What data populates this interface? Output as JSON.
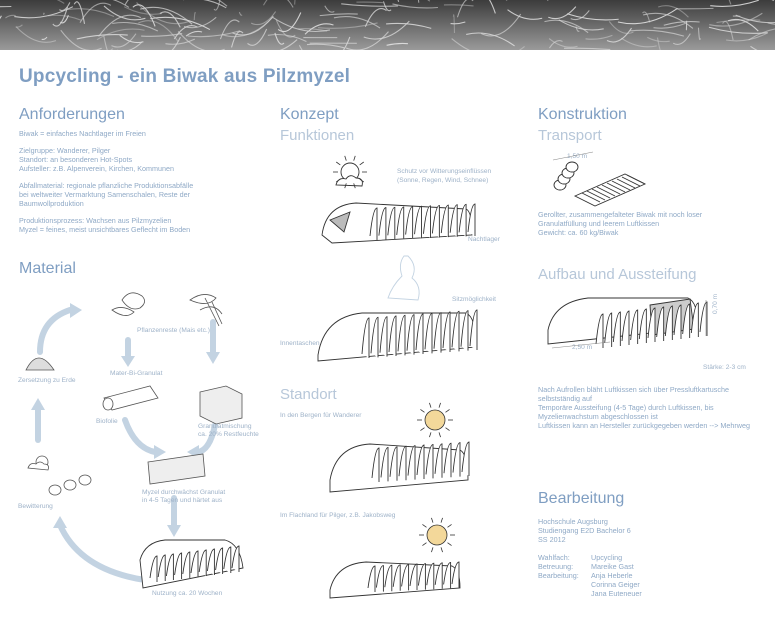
{
  "title": "Upcycling  -  ein Biwak aus Pilzmyzel",
  "anforderungen": {
    "heading": "Anforderungen",
    "lines": [
      "Biwak = einfaches Nachtlager im Freien",
      "Zielgruppe: Wanderer, Pilger",
      "Standort: an besonderen Hot-Spots",
      "Aufsteller: z.B. Alpenverein, Kirchen, Kommunen",
      "Abfallmaterial: regionale pflanzliche Produktionsabfälle",
      "bei weltweiter Vermarktung Samenschalen, Reste der",
      "Baumwollproduktion",
      "Produktionsprozess: Wachsen aus Pilzmyzelien",
      "Myzel = feines, meist unsichtbares Geflecht im Boden"
    ]
  },
  "material": {
    "heading": "Material",
    "labels": {
      "pflanzenreste": "Pflanzenreste (Mais etc.)",
      "mater_bi": "Mater-Bi-Granulat",
      "biofolie": "Biofolie",
      "granulat1": "Granulatmischung",
      "granulat2": "ca. 20% Restfeuchte",
      "myzel1": "Myzel durchwächst Granulat",
      "myzel2": "in 4-5 Tagen und härtet aus",
      "nutzung": "Nutzung ca. 20 Wochen",
      "bewitterung": "Bewitterung",
      "zersetzung": "Zersetzung zu Erde"
    }
  },
  "konzept": {
    "heading": "Konzept",
    "sub": "Funktionen",
    "schutz": [
      "Schutz vor Witterungseinflüssen",
      "(Sonne, Regen, Wind, Schnee)"
    ],
    "nachtlager": "Nachtlager",
    "sitz": "Sitzmöglichkeit",
    "innentaschen": "Innentaschen"
  },
  "standort": {
    "heading": "Standort",
    "berge": "In den Bergen für Wanderer",
    "flachland": "Im Flachland für Pilger, z.B. Jakobsweg"
  },
  "konstruktion": {
    "heading": "Konstruktion",
    "transport": "Transport",
    "dim_150": "1,50 m",
    "transport_lines": [
      "Gerollter, zusammengefalteter Biwak mit noch loser",
      "Granulatfüllung und leerem Luftkissen",
      "Gewicht: ca. 60 kg/Biwak"
    ],
    "aufbau": "Aufbau und Aussteifung",
    "dim_250": "2,50 m",
    "dim_070": "0,70 m",
    "staerke": "Stärke: 2-3 cm",
    "aufbau_lines": [
      "Nach Aufrollen bläht Luftkissen sich über Pressluftkartusche",
      "selbstständig auf",
      "Temporäre Aussteifung (4-5 Tage) durch Luftkissen, bis",
      "Myzelienwachstum abgeschlossen ist",
      "Luftkissen kann an Hersteller zurückgegeben werden  -->  Mehrweg"
    ]
  },
  "bearbeitung": {
    "heading": "Bearbeitung",
    "school": [
      "Hochschule Augsburg",
      "Studiengang E2D Bachelor 6",
      "SS 2012"
    ],
    "rows": [
      {
        "key": "Wahlfach:",
        "value": "Upcycling"
      },
      {
        "key": "Betreuung:",
        "value": "Mareike Gast"
      },
      {
        "key": "Bearbeitung:",
        "value": "Anja Heberle"
      },
      {
        "key": "",
        "value": "Corinna Geiger"
      },
      {
        "key": "",
        "value": "Jana Euteneuer"
      }
    ]
  },
  "colors": {
    "accent": "#7f9ec2",
    "light": "#b7c7d9",
    "arrow": "#c3d3e2",
    "sun": "#f3d89a"
  }
}
